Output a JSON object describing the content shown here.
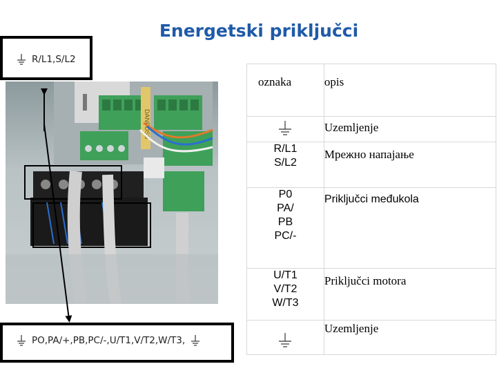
{
  "title": "Energetski priključci",
  "labels": {
    "top": "R/L1,S/L2",
    "bottom": "PO,PA/+,PB,PC/-,U/T1,V/T2,W/T3,"
  },
  "photo": {
    "brand": "DANFOSS"
  },
  "table": {
    "headers": [
      "oznaka",
      "opis"
    ],
    "rows": [
      {
        "symbol": "ground-icon",
        "lines": [],
        "desc": "Uzemljenje"
      },
      {
        "symbol": null,
        "lines": [
          "R/L1",
          "S/L2"
        ],
        "desc": "Мрежно напајање"
      },
      {
        "symbol": null,
        "lines": [
          "P0",
          "PA/",
          "PB",
          "PC/-"
        ],
        "desc": "Priključci međukola"
      },
      {
        "symbol": null,
        "lines": [
          "U/T1",
          "V/T2",
          "W/T3"
        ],
        "desc": "Priključci motora"
      },
      {
        "symbol": "ground-icon",
        "lines": [],
        "desc": "Uzemljenje"
      }
    ]
  },
  "colors": {
    "title": "#1f5aa8",
    "terminal_green": "#3fa05a",
    "box_border": "#000000"
  }
}
